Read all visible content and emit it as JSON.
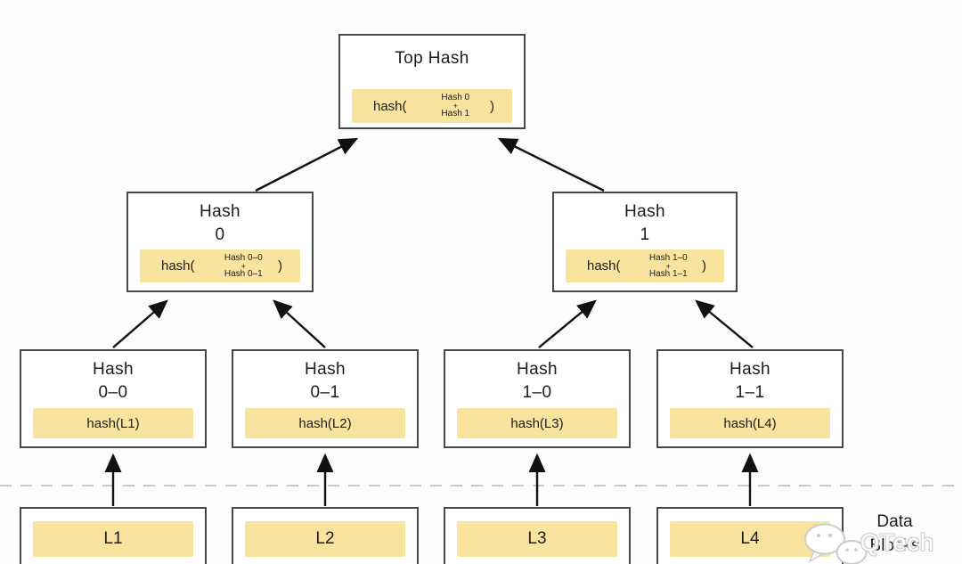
{
  "colors": {
    "highlight": "#f8e49e",
    "box_border": "#484848",
    "text": "#1c1c1c",
    "background": "#fcfcfc",
    "dashed_line": "#c9c9c9",
    "arrow": "#111111"
  },
  "tree": {
    "top": {
      "title": "Top Hash",
      "hash_open": "hash(",
      "operand1": "Hash 0",
      "operator": "+",
      "operand2": "Hash 1",
      "hash_close": ")"
    },
    "hash0": {
      "title_line1": "Hash",
      "title_line2": "0",
      "hash_open": "hash(",
      "operand1": "Hash 0–0",
      "operator": "+",
      "operand2": "Hash 0–1",
      "hash_close": ")"
    },
    "hash1": {
      "title_line1": "Hash",
      "title_line2": "1",
      "hash_open": "hash(",
      "operand1": "Hash 1–0",
      "operator": "+",
      "operand2": "Hash 1–1",
      "hash_close": ")"
    },
    "leaf00": {
      "title_line1": "Hash",
      "title_line2": "0–0",
      "formula": "hash(L1)"
    },
    "leaf01": {
      "title_line1": "Hash",
      "title_line2": "0–1",
      "formula": "hash(L2)"
    },
    "leaf10": {
      "title_line1": "Hash",
      "title_line2": "1–0",
      "formula": "hash(L3)"
    },
    "leaf11": {
      "title_line1": "Hash",
      "title_line2": "1–1",
      "formula": "hash(L4)"
    },
    "block1": {
      "label": "L1"
    },
    "block2": {
      "label": "L2"
    },
    "block3": {
      "label": "L3"
    },
    "block4": {
      "label": "L4"
    }
  },
  "annotations": {
    "data_blocks_line1": "Data",
    "data_blocks_line2": "Blocks",
    "watermark_text": "QTech",
    "watermark_icon": "wechat-icon"
  }
}
